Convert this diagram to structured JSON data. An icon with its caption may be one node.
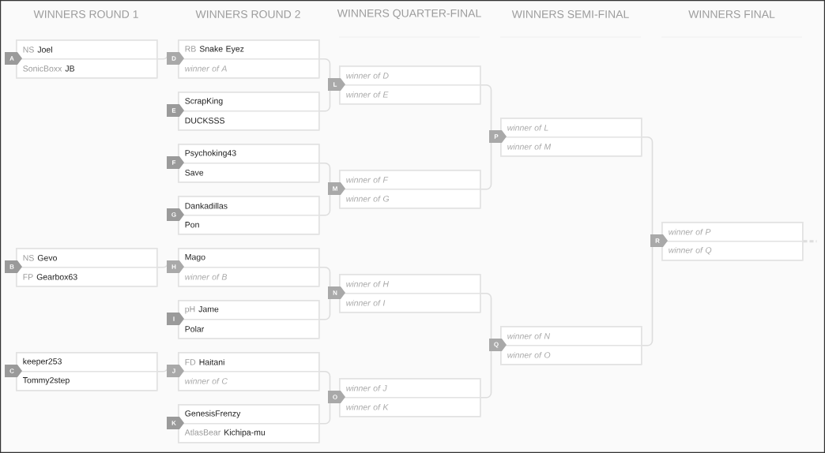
{
  "diagram": {
    "nodes": [
      {
        "text": [],
        "shape": "box",
        "beside": [
          "A"
        ]
      },
      {
        "text": [
          "NS",
          "Joel"
        ],
        "in": 0
      },
      {
        "text": [
          "SonicBoxx",
          "JB"
        ],
        "in": 0
      },
      {
        "text": [],
        "shape": "box",
        "beside": [
          "B"
        ]
      },
      {
        "text": [
          "NS",
          "Gevo"
        ],
        "in": 3
      },
      {
        "text": [
          "FP",
          "Gearbox63"
        ],
        "in": 3
      },
      {
        "text": [],
        "shape": "box",
        "beside": [
          "C"
        ]
      },
      {
        "text": [
          "keeper253"
        ],
        "in": 6
      },
      {
        "text": [
          "Tommy2step"
        ],
        "in": 6
      },
      {
        "text": [],
        "shape": "box",
        "beside": [
          "D"
        ]
      },
      {
        "text": [
          "RB",
          "Snake Eyez"
        ],
        "in": 9
      },
      {
        "text": [
          "winner of A"
        ],
        "in": 9
      },
      {
        "text": [],
        "shape": "box",
        "beside": [
          "E"
        ]
      },
      {
        "text": [
          "ScrapKing"
        ],
        "in": 12
      },
      {
        "text": [
          "DUCKSSS"
        ],
        "in": 12
      },
      {
        "text": [],
        "shape": "box",
        "beside": [
          "F"
        ]
      },
      {
        "text": [
          "Psychoking43"
        ],
        "in": 15
      },
      {
        "text": [
          "Save"
        ],
        "in": 15
      },
      {
        "text": [],
        "shape": "box",
        "beside": [
          "G"
        ]
      },
      {
        "text": [
          "Dankadillas"
        ],
        "in": 18
      },
      {
        "text": [
          "Pon"
        ],
        "in": 18
      },
      {
        "text": [],
        "shape": "box",
        "beside": [
          "H"
        ]
      },
      {
        "text": [
          "Mago"
        ],
        "in": 21
      },
      {
        "text": [
          "winner of B"
        ],
        "in": 21
      },
      {
        "text": [],
        "shape": "box",
        "beside": [
          "I"
        ]
      },
      {
        "text": [
          "pH",
          "Jame"
        ],
        "in": 24
      },
      {
        "text": [
          "Polar"
        ],
        "in": 24
      },
      {
        "text": [],
        "shape": "box",
        "beside": [
          "J"
        ]
      },
      {
        "text": [
          "FD",
          "Haitani"
        ],
        "in": 27
      },
      {
        "text": [
          "winner of C"
        ],
        "in": 27
      },
      {
        "text": [],
        "shape": "box",
        "beside": [
          "K"
        ]
      },
      {
        "text": [
          "GenesisFrenzy"
        ],
        "in": 30
      },
      {
        "text": [
          "AtlasBear",
          "Kichipa-mu"
        ],
        "in": 30
      },
      {
        "text": [],
        "shape": "box",
        "beside": [
          "L"
        ]
      },
      {
        "text": [
          "winner of D"
        ],
        "in": 33
      },
      {
        "text": [
          "winner of E"
        ],
        "in": 33
      },
      {
        "text": [],
        "shape": "box",
        "beside": [
          "M"
        ]
      },
      {
        "text": [
          "winner of F"
        ],
        "in": 36
      },
      {
        "text": [
          "winner of G"
        ],
        "in": 36
      },
      {
        "text": [],
        "shape": "box",
        "beside": [
          "N"
        ]
      },
      {
        "text": [
          "winner of H"
        ],
        "in": 39
      },
      {
        "text": [
          "winner of I"
        ],
        "in": 39
      },
      {
        "text": [],
        "shape": "box",
        "beside": [
          "O"
        ]
      },
      {
        "text": [
          "winner of J"
        ],
        "in": 42
      },
      {
        "text": [
          "winner of K"
        ],
        "in": 42
      },
      {
        "text": [],
        "shape": "box",
        "beside": [
          "P"
        ]
      },
      {
        "text": [
          "winner of L"
        ],
        "in": 45
      },
      {
        "text": [
          "winner of M"
        ],
        "in": 45
      },
      {
        "text": [],
        "shape": "box",
        "beside": [
          "Q"
        ]
      },
      {
        "text": [
          "winner of N"
        ],
        "in": 48
      },
      {
        "text": [
          "winner of O"
        ],
        "in": 48
      },
      {
        "text": [],
        "shape": "box",
        "beside": [
          "R"
        ]
      },
      {
        "text": [
          "winner of P"
        ],
        "in": 51
      },
      {
        "text": [
          "winner of Q"
        ],
        "in": 51
      }
    ],
    "edges": [
      {
        "from": 0,
        "to": 9,
        "arrow": "none"
      },
      {
        "from": 3,
        "to": 21,
        "arrow": "none"
      },
      {
        "from": 6,
        "to": 27,
        "arrow": "none"
      },
      {
        "from": 9,
        "to": 33,
        "arrow": "none"
      },
      {
        "from": 12,
        "to": 33,
        "arrow": "none"
      },
      {
        "from": 15,
        "to": 36,
        "arrow": "none"
      },
      {
        "from": 18,
        "to": 36,
        "arrow": "none"
      },
      {
        "from": 21,
        "to": 39,
        "arrow": "none"
      },
      {
        "from": 24,
        "to": 39,
        "arrow": "none"
      },
      {
        "from": 27,
        "to": 42,
        "arrow": "none"
      },
      {
        "from": 30,
        "to": 42,
        "arrow": "none"
      },
      {
        "from": 33,
        "to": 45,
        "arrow": "none"
      },
      {
        "from": 36,
        "to": 45,
        "arrow": "none"
      },
      {
        "from": 39,
        "to": 48,
        "arrow": "none"
      },
      {
        "from": 42,
        "to": 48,
        "arrow": "none"
      },
      {
        "from": 45,
        "to": 51,
        "arrow": "none"
      },
      {
        "from": 48,
        "to": 51,
        "arrow": "none"
      },
      {
        "from": 51,
        "to": null,
        "arrow": "none",
        "style": "dashed"
      }
    ],
    "labels": [
      "WINNERS ROUND 1",
      "WINNERS ROUND 2",
      "WINNERS QUARTER-FINAL",
      "WINNERS SEMI-FINAL",
      "WINNERS FINAL"
    ]
  }
}
